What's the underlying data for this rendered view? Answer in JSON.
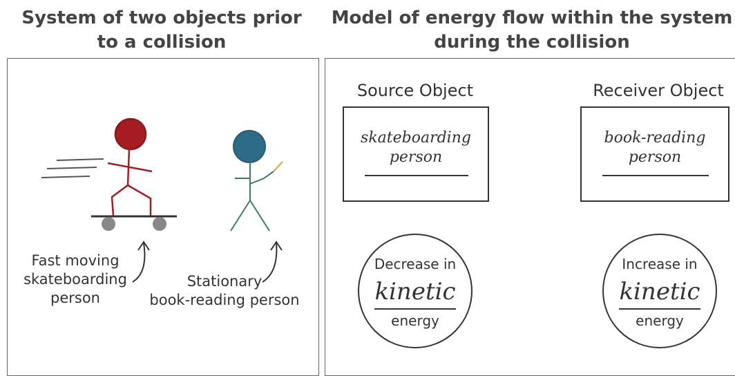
{
  "titles": {
    "left_line1": "System of two objects prior",
    "left_line2": "to a collision",
    "right_line1": "Model of energy flow within the system",
    "right_line2": "during the collision"
  },
  "left_panel": {
    "skater_caption": [
      "Fast moving",
      "skateboarding",
      "person"
    ],
    "reader_caption": [
      "Stationary",
      "book-reading person"
    ]
  },
  "source": {
    "title": "Source Object",
    "name_line1": "skateboarding",
    "name_line2": "person",
    "energy_top": "Decrease in",
    "energy_word": "kinetic",
    "energy_bottom": "energy"
  },
  "receiver": {
    "title": "Receiver Object",
    "name_line1": "book-reading",
    "name_line2": "person",
    "energy_top": "Increase in",
    "energy_word": "kinetic",
    "energy_bottom": "energy"
  },
  "colors": {
    "skater": "#a51c22",
    "reader": "#2e6b86",
    "reader_body": "#3a7a6a",
    "arrow": "#e0a228",
    "wheels": "#888888"
  }
}
